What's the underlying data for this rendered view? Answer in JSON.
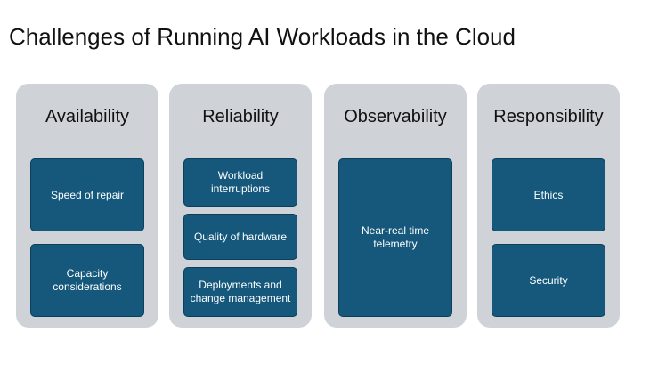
{
  "title": "Challenges of Running AI Workloads in the Cloud",
  "columns": [
    {
      "heading": "Availability",
      "items": [
        "Speed of repair",
        "Capacity considerations"
      ]
    },
    {
      "heading": "Reliability",
      "items": [
        "Workload interruptions",
        "Quality of hardware",
        "Deployments and change management"
      ]
    },
    {
      "heading": "Observability",
      "items": [
        "Near-real time telemetry"
      ]
    },
    {
      "heading": "Responsibility",
      "items": [
        "Ethics",
        "Security"
      ]
    }
  ],
  "colors": {
    "card_fill": "#15587c",
    "column_fill": "#cfd3d8"
  }
}
